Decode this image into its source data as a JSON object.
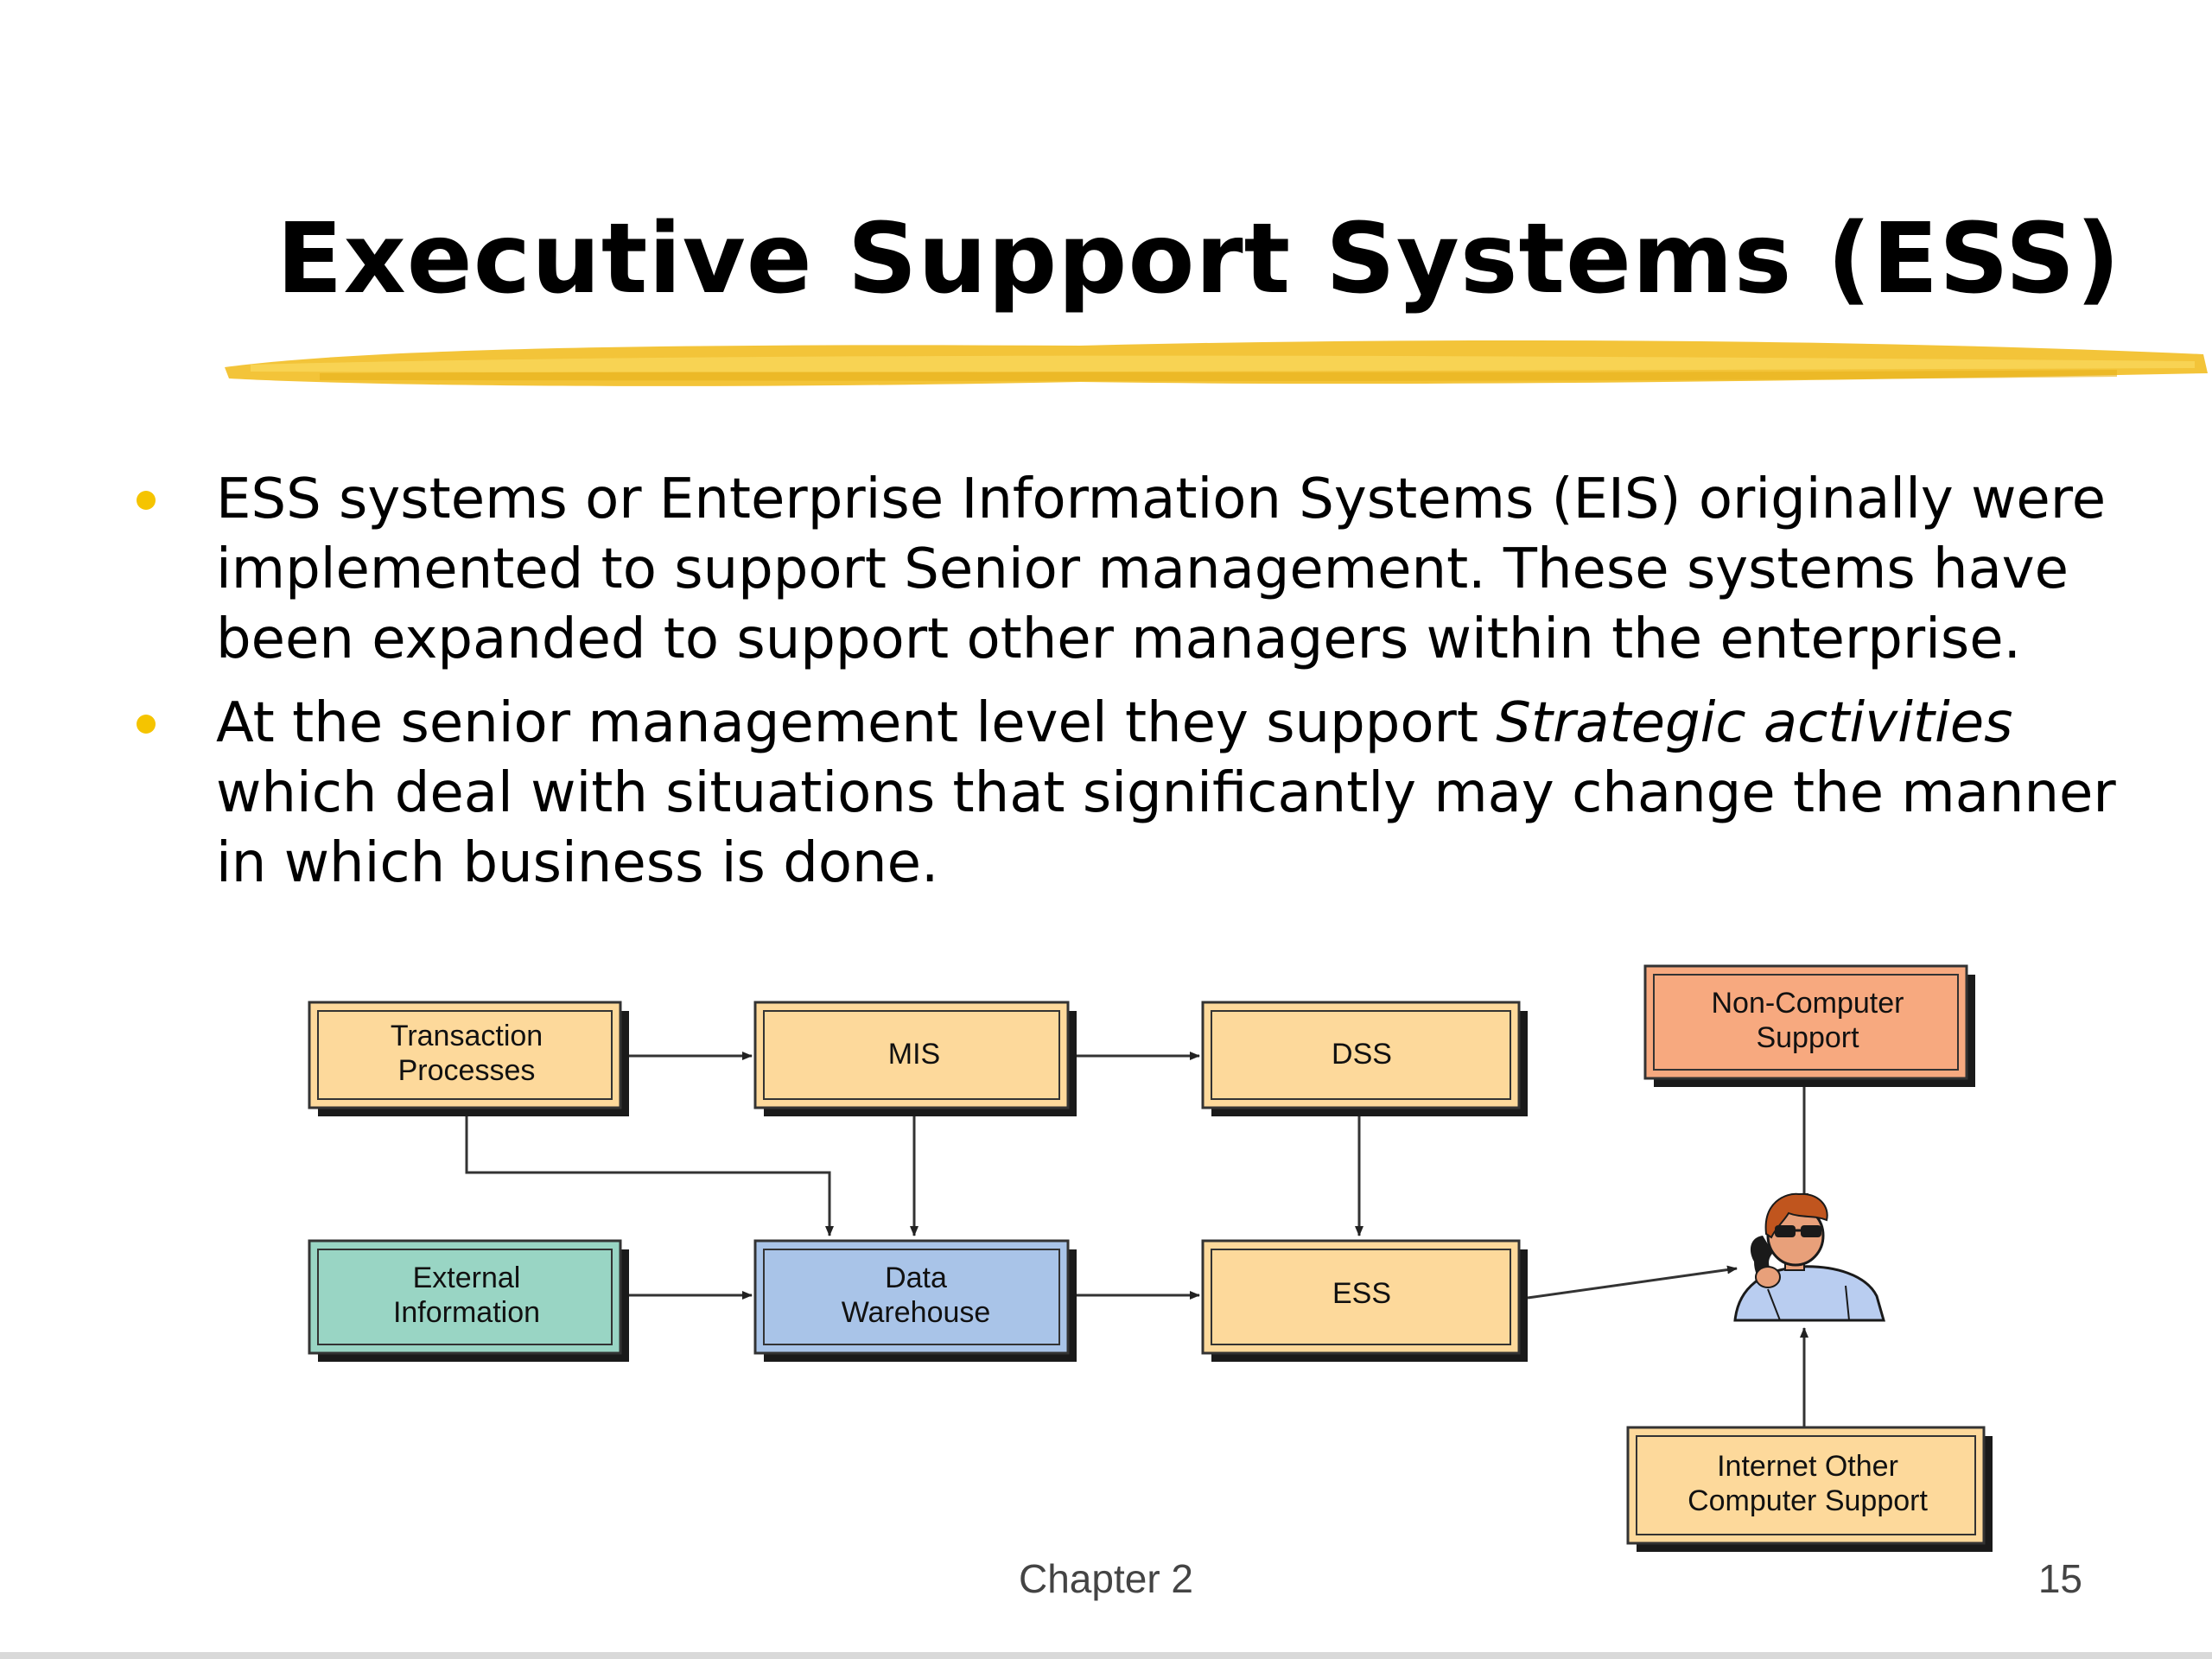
{
  "slide": {
    "title": "Executive Support Systems (ESS)",
    "bullets": [
      {
        "text": "ESS systems or Enterprise Information Systems (EIS) originally were implemented to support Senior management. These systems have been expanded to support other managers within the enterprise."
      },
      {
        "before": "At the senior management level they support ",
        "emphasis": "Strategic activities",
        "after": " which deal with situations that significantly may change the manner in which business is done."
      }
    ],
    "footer": {
      "chapter": "Chapter 2",
      "page": "15"
    }
  },
  "diagram": {
    "boxes": {
      "transaction": [
        "Transaction",
        "Processes"
      ],
      "mis": [
        "MIS"
      ],
      "dss": [
        "DSS"
      ],
      "noncomputer": [
        "Non-Computer",
        "Support"
      ],
      "external": [
        "External",
        "Information"
      ],
      "warehouse": [
        "Data",
        "Warehouse"
      ],
      "ess": [
        "ESS"
      ],
      "internet": [
        "Internet Other",
        "Computer Support"
      ]
    }
  },
  "colors": {
    "bullet": "#f5c400",
    "brush": "#f2c12e",
    "box_yellow": "#fdd99b",
    "box_orange": "#f7a97f",
    "box_teal": "#99d5c4",
    "box_blue": "#a9c4e8",
    "shadow": "#1a1a1a"
  }
}
